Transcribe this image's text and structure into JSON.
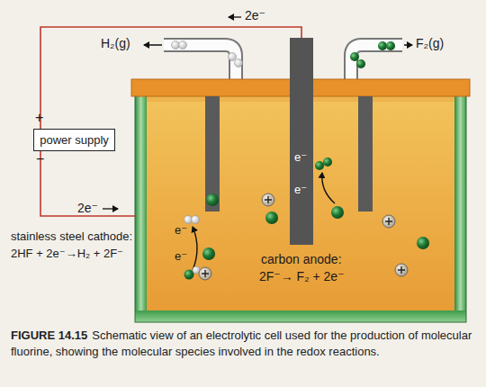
{
  "diagram": {
    "caption": "Schematic view of an electrolytic cell used for the production of molecular fluorine, showing the molecular species involved in the redox reactions.",
    "nodes": [
      {
        "text": [
          "power supply"
        ]
      }
    ],
    "labels": [
      "H₂(g)",
      "F₂(g)",
      "2e⁻",
      "+",
      "−",
      "2e⁻",
      "stainless steel cathode:",
      "2HF + 2e⁻→H₂ + 2F⁻",
      "e⁻",
      "e⁻",
      "e⁻",
      "e⁻",
      "carbon anode:",
      "2F⁻→ F₂ + 2e⁻",
      "FIGURE 14.15"
    ]
  }
}
